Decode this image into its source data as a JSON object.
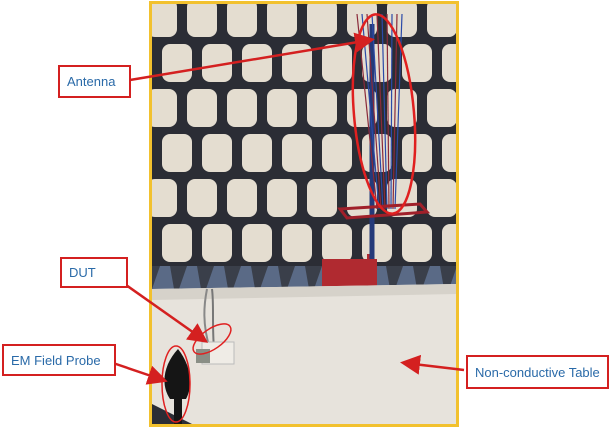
{
  "labels": {
    "antenna": "Antenna",
    "dut": "DUT",
    "probe": "EM Field Probe",
    "table": "Non-conductive Table"
  },
  "colors": {
    "frame": "#f2c12e",
    "callout_border": "#d42020",
    "callout_text": "#2a6aa8"
  }
}
